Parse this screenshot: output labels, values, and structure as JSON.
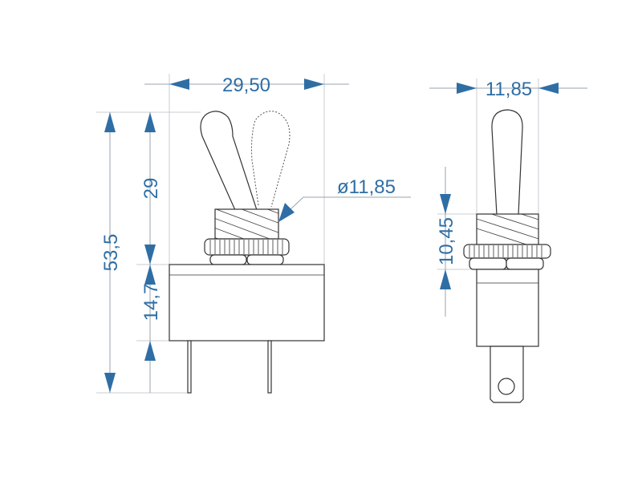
{
  "drawing": {
    "front_view": {
      "width_label": "29,50",
      "total_height_label": "53,5",
      "lever_height_label": "29",
      "body_height_label": "14,7",
      "bushing_diameter_label": "ø11,85"
    },
    "side_view": {
      "width_label": "11,85",
      "bushing_height_label": "10,45"
    },
    "colors": {
      "dimension": "#2f6ea5",
      "outline": "#333333"
    }
  }
}
